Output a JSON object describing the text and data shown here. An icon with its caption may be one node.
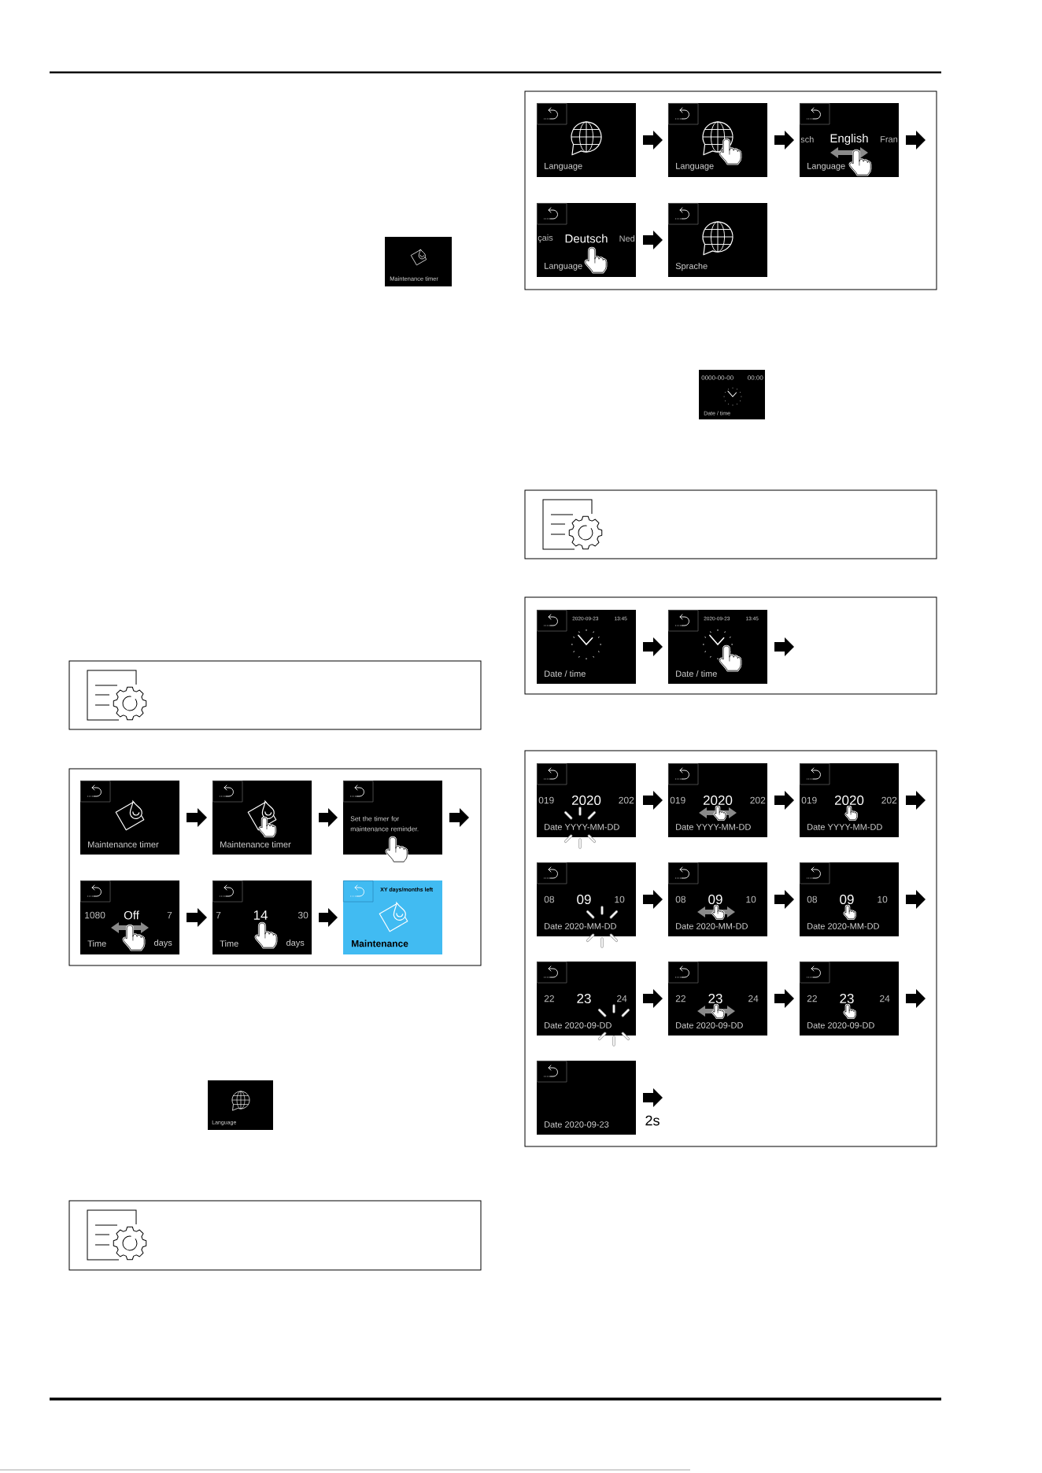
{
  "diagram": {
    "nodes": [
      {
        "text": [
          "Maintenance timer"
        ]
      },
      {
        "text": [],
        "shape": "box"
      },
      {
        "text": [],
        "shape": "box"
      },
      {
        "text": [
          "Maintenance timer"
        ],
        "in": 2
      },
      {
        "text": [
          "Maintenance timer"
        ],
        "in": 2
      },
      {
        "text": [
          "Set the timer for maintenance reminder."
        ],
        "in": 2
      },
      {
        "text": [
          "1080",
          "Off",
          "7",
          "Time",
          "days"
        ],
        "in": 2
      },
      {
        "text": [
          "7",
          "14",
          "30",
          "Time",
          "days"
        ],
        "in": 2
      },
      {
        "text": [
          "XY days/months left",
          "Maintenance"
        ],
        "in": 2
      },
      {
        "text": [
          "Language"
        ]
      },
      {
        "text": [],
        "shape": "box"
      },
      {
        "text": [],
        "shape": "box"
      },
      {
        "text": [
          "Language"
        ],
        "in": 11
      },
      {
        "text": [
          "Language"
        ],
        "in": 11
      },
      {
        "text": [
          "sch",
          "English",
          "Fran",
          "Language"
        ],
        "in": 11
      },
      {
        "text": [
          "çais",
          "Deutsch",
          "Ned",
          "Language"
        ],
        "in": 11
      },
      {
        "text": [
          "Sprache"
        ],
        "in": 11
      },
      {
        "text": [
          "0000-00-00",
          "00:00",
          "Date / time"
        ]
      },
      {
        "text": [],
        "shape": "box"
      },
      {
        "text": [],
        "shape": "box"
      },
      {
        "text": [
          "2020-09-23",
          "13:45",
          "Date / time"
        ],
        "in": 19
      },
      {
        "text": [
          "2020-09-23",
          "13:45",
          "Date / time"
        ],
        "in": 19
      },
      {
        "text": [],
        "shape": "box"
      },
      {
        "text": [
          "019",
          "2020",
          "202",
          "Date YYYY-MM-DD"
        ],
        "in": 22
      },
      {
        "text": [
          "019",
          "2020",
          "202",
          "Date YYYY-MM-DD"
        ],
        "in": 22
      },
      {
        "text": [
          "019",
          "2020",
          "202",
          "Date YYYY-MM-DD"
        ],
        "in": 22
      },
      {
        "text": [
          "08",
          "09",
          "10",
          "Date 2020-MM-DD"
        ],
        "in": 22
      },
      {
        "text": [
          "08",
          "09",
          "10",
          "Date 2020-MM-DD"
        ],
        "in": 22
      },
      {
        "text": [
          "08",
          "09",
          "10",
          "Date 2020-MM-DD"
        ],
        "in": 22
      },
      {
        "text": [
          "22",
          "23",
          "24",
          "Date 2020-09-DD"
        ],
        "in": 22
      },
      {
        "text": [
          "22",
          "23",
          "24",
          "Date 2020-09-DD"
        ],
        "in": 22
      },
      {
        "text": [
          "22",
          "23",
          "24",
          "Date 2020-09-DD"
        ],
        "in": 22
      },
      {
        "text": [
          "Date 2020-09-23"
        ],
        "in": 22
      }
    ],
    "edges": [
      {
        "from": 3,
        "to": 4,
        "arrow": "to"
      },
      {
        "from": 4,
        "to": 5,
        "arrow": "to"
      },
      {
        "from": 5,
        "to": null,
        "arrow": "to"
      },
      {
        "from": 6,
        "to": 7,
        "arrow": "to"
      },
      {
        "from": 7,
        "to": 8,
        "arrow": "to"
      },
      {
        "from": 12,
        "to": 13,
        "arrow": "to"
      },
      {
        "from": 13,
        "to": 14,
        "arrow": "to"
      },
      {
        "from": 14,
        "to": null,
        "arrow": "to"
      },
      {
        "from": 15,
        "to": 16,
        "arrow": "to"
      },
      {
        "from": 20,
        "to": 21,
        "arrow": "to"
      },
      {
        "from": 21,
        "to": null,
        "arrow": "to"
      },
      {
        "from": 23,
        "to": 24,
        "arrow": "to"
      },
      {
        "from": 24,
        "to": 25,
        "arrow": "to"
      },
      {
        "from": 25,
        "to": null,
        "arrow": "to"
      },
      {
        "from": 26,
        "to": 27,
        "arrow": "to"
      },
      {
        "from": 27,
        "to": 28,
        "arrow": "to"
      },
      {
        "from": 28,
        "to": null,
        "arrow": "to"
      },
      {
        "from": 29,
        "to": 30,
        "arrow": "to"
      },
      {
        "from": 30,
        "to": 31,
        "arrow": "to"
      },
      {
        "from": 31,
        "to": null,
        "arrow": "to"
      },
      {
        "from": 32,
        "to": null,
        "arrow": "to",
        "label": "2s"
      }
    ]
  }
}
